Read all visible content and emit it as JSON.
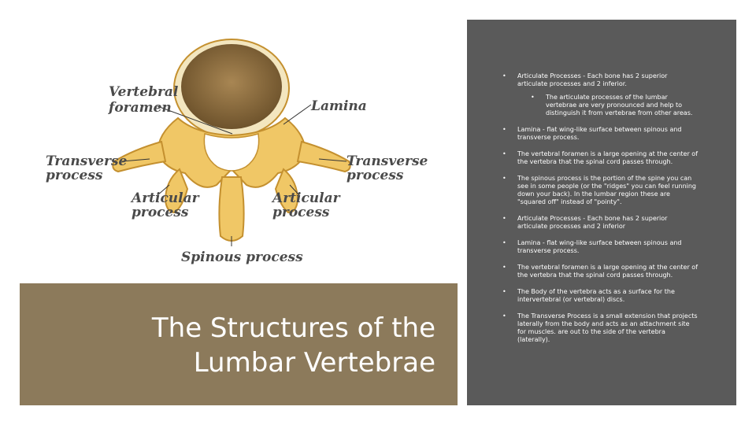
{
  "diagram": {
    "labels": {
      "vertebral_foramen_1": "Vertebral",
      "vertebral_foramen_2": "foramen",
      "lamina": "Lamina",
      "transverse_left_1": "Transverse",
      "transverse_left_2": "process",
      "transverse_right_1": "Transverse",
      "transverse_right_2": "process",
      "articular_left_1": "Articular",
      "articular_left_2": "process",
      "articular_right_1": "Articular",
      "articular_right_2": "process",
      "spinous": "Spinous process"
    },
    "colors": {
      "bone": "#f0c766",
      "bone_edge": "#c4902f",
      "body_top": "#9c7b4a",
      "body_dark": "#6e532c",
      "body_rim": "#f3e6bf"
    }
  },
  "title": {
    "line1": "The Structures of the",
    "line2": "Lumbar Vertebrae"
  },
  "bullets": [
    {
      "text": "Articulate Processes - Each bone has 2 superior articulate processes and 2 inferior.",
      "level": 1
    },
    {
      "text": "The articulate processes of the lumbar vertebrae are very pronounced and help to distinguish it from vertebrae from other areas.",
      "level": 2
    },
    {
      "text": "Lamina - flat wing-like surface between spinous and transverse process.",
      "level": 1
    },
    {
      "text": "The vertebral foramen is a large opening at the center of the vertebra that the spinal cord passes through.",
      "level": 1
    },
    {
      "text": "The spinous process is the portion of the spine you can see in some people (or the \"ridges\" you can feel running down your back). In the lumbar region these are \"squared off\" instead of \"pointy\".",
      "level": 1
    },
    {
      "text": "Articulate Processes - Each bone has 2 superior articulate processes and 2 inferior",
      "level": 1
    },
    {
      "text": "Lamina - flat wing-like surface between spinous and transverse process.",
      "level": 1
    },
    {
      "text": "The vertebral foramen is a large opening at the center of the vertebra that the spinal cord passes through.",
      "level": 1
    },
    {
      "text": "The Body of the vertebra acts as a surface for the intervertebral (or vertebral) discs.",
      "level": 1
    },
    {
      "text": "The Transverse Process is a small extension that projects laterally from the body and acts as an attachment site for muscles. are out to the side of the vertebra (laterally).",
      "level": 1
    }
  ],
  "bullet_char": "•",
  "colors": {
    "title_box": "#8c7a5b",
    "panel": "#5a5a5a",
    "text_light": "#ffffff"
  }
}
